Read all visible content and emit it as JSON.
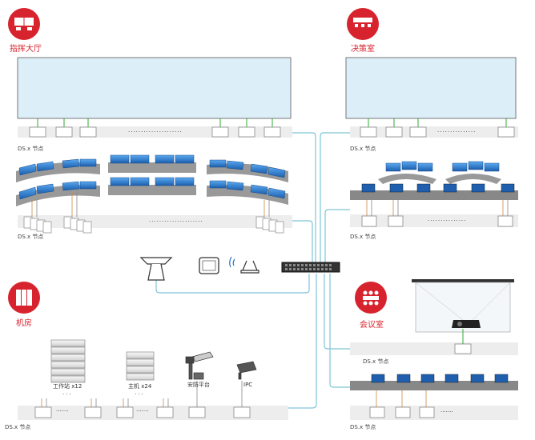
{
  "zones": {
    "command_hall": "指挥大厅",
    "decision_room": "决策室",
    "machine_room": "机房",
    "meeting_room": "会议室"
  },
  "node_label": "DS.x 节点",
  "dots": {
    "long": ".....................",
    "medium": "...............",
    "short": "·······",
    "vertical": "···"
  },
  "devices": {
    "workstation": "工作站 x12",
    "host": "主机 x24",
    "security_platform": "安防平台",
    "ipc": "IPC"
  },
  "colors": {
    "accent": "#d7232e",
    "link": "#7ec4d8",
    "screen": "#dceef8",
    "strip": "#ededed",
    "monitor": "#2a73c8"
  }
}
